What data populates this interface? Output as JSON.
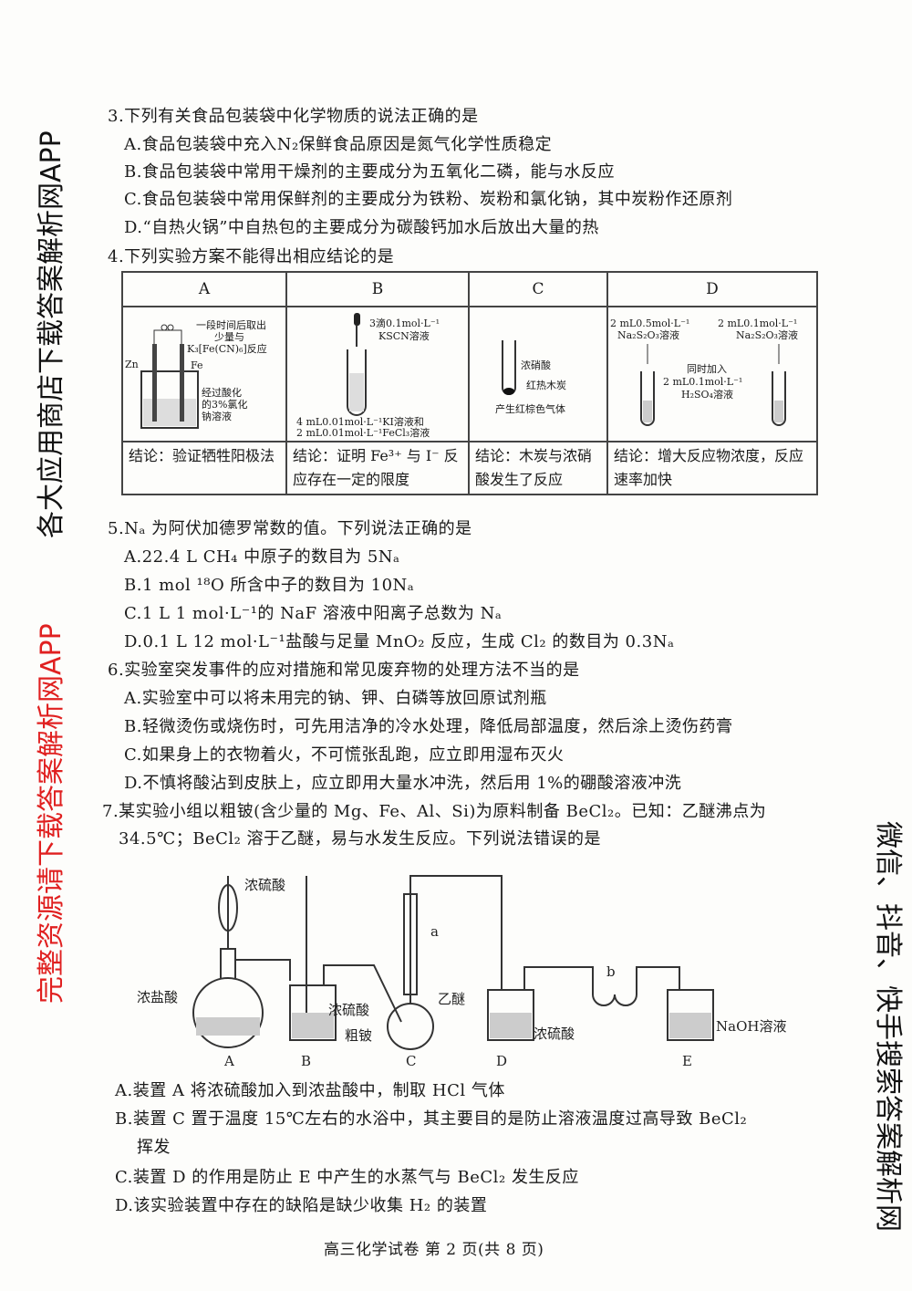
{
  "q3": {
    "stem": "3.下列有关食品包装袋中化学物质的说法正确的是",
    "options": [
      "A.食品包装袋中充入N₂保鲜食品原因是氮气化学性质稳定",
      "B.食品包装袋中常用干燥剂的主要成分为五氧化二磷，能与水反应",
      "C.食品包装袋中常用保鲜剂的主要成分为铁粉、炭粉和氯化钠，其中炭粉作还原剂",
      "D.“自热火锅”中自热包的主要成分为碳酸钙加水后放出大量的热"
    ]
  },
  "q4": {
    "stem": "4.下列实验方案不能得出相应结论的是",
    "table": {
      "headers": [
        "A",
        "B",
        "C",
        "D"
      ],
      "labels": {
        "a": [
          "一段时间后取出",
          "少量与",
          "K₃[Fe(CN)₆]反应",
          "Zn",
          "Fe",
          "经过酸化",
          "的3%氯化",
          "钠溶液"
        ],
        "b": [
          "3滴0.1mol·L⁻¹",
          "KSCN溶液",
          "4 mL0.01mol·L⁻¹KI溶液和",
          "2 mL0.01mol·L⁻¹FeCl₃溶液"
        ],
        "c": [
          "浓硝酸",
          "红热木炭",
          "产生红棕色气体"
        ],
        "d": [
          "2 mL0.5mol·L⁻¹",
          "Na₂S₂O₃溶液",
          "2 mL0.1mol·L⁻¹",
          "Na₂S₂O₃溶液",
          "同时加入",
          "2 mL0.1mol·L⁻¹",
          "H₂SO₄溶液"
        ]
      },
      "conclusions": [
        "结论：验证牺牲阳极法",
        "结论：证明 Fe³⁺ 与 I⁻ 反应存在一定的限度",
        "结论：木炭与浓硝酸发生了反应",
        "结论：增大反应物浓度，反应速率加快"
      ]
    }
  },
  "q5": {
    "stem": "5.Nₐ 为阿伏加德罗常数的值。下列说法正确的是",
    "options": [
      "A.22.4 L CH₄ 中原子的数目为 5Nₐ",
      "B.1 mol ¹⁸O 所含中子的数目为 10Nₐ",
      "C.1 L 1 mol·L⁻¹的 NaF 溶液中阳离子总数为 Nₐ",
      "D.0.1 L 12 mol·L⁻¹盐酸与足量 MnO₂ 反应，生成 Cl₂ 的数目为 0.3Nₐ"
    ]
  },
  "q6": {
    "stem": "6.实验室突发事件的应对措施和常见废弃物的处理方法不当的是",
    "options": [
      "A.实验室中可以将未用完的钠、钾、白磷等放回原试剂瓶",
      "B.轻微烫伤或烧伤时，可先用洁净的冷水处理，降低局部温度，然后涂上烫伤药膏",
      "C.如果身上的衣物着火，不可慌张乱跑，应立即用湿布灭火",
      "D.不慎将酸沾到皮肤上，应立即用大量水冲洗，然后用 1%的硼酸溶液冲洗"
    ]
  },
  "q7": {
    "stem1": "7.某实验小组以粗铍(含少量的 Mg、Fe、Al、Si)为原料制备 BeCl₂。已知：乙醚沸点为",
    "stem2": "34.5℃；BeCl₂ 溶于乙醚，易与水发生反应。下列说法错误的是",
    "diagram": {
      "labels": [
        "浓硫酸",
        "浓盐酸",
        "浓硫酸",
        "粗铍",
        "a",
        "乙醚",
        "浓硫酸",
        "b",
        "NaOH溶液"
      ],
      "devices": [
        "A",
        "B",
        "C",
        "D",
        "E"
      ]
    },
    "options": [
      "A.装置 A 将浓硫酸加入到浓盐酸中，制取 HCl 气体",
      "B.装置 C 置于温度 15℃左右的水浴中，其主要目的是防止溶液温度过高导致 BeCl₂",
      "挥发",
      "C.装置 D 的作用是防止 E 中产生的水蒸气与 BeCl₂ 发生反应",
      "D.该实验装置中存在的缺陷是缺少收集 H₂ 的装置"
    ]
  },
  "footer": "高三化学试卷 第 2 页(共 8 页)",
  "watermarks": [
    "各大应用商店下载答案解析网APP",
    "完整资源请下载答案解析网APP",
    "微信、抖音、快手搜索答案解析网"
  ],
  "colors": {
    "watermark_black": "#111111",
    "watermark_red": "#e02020"
  }
}
